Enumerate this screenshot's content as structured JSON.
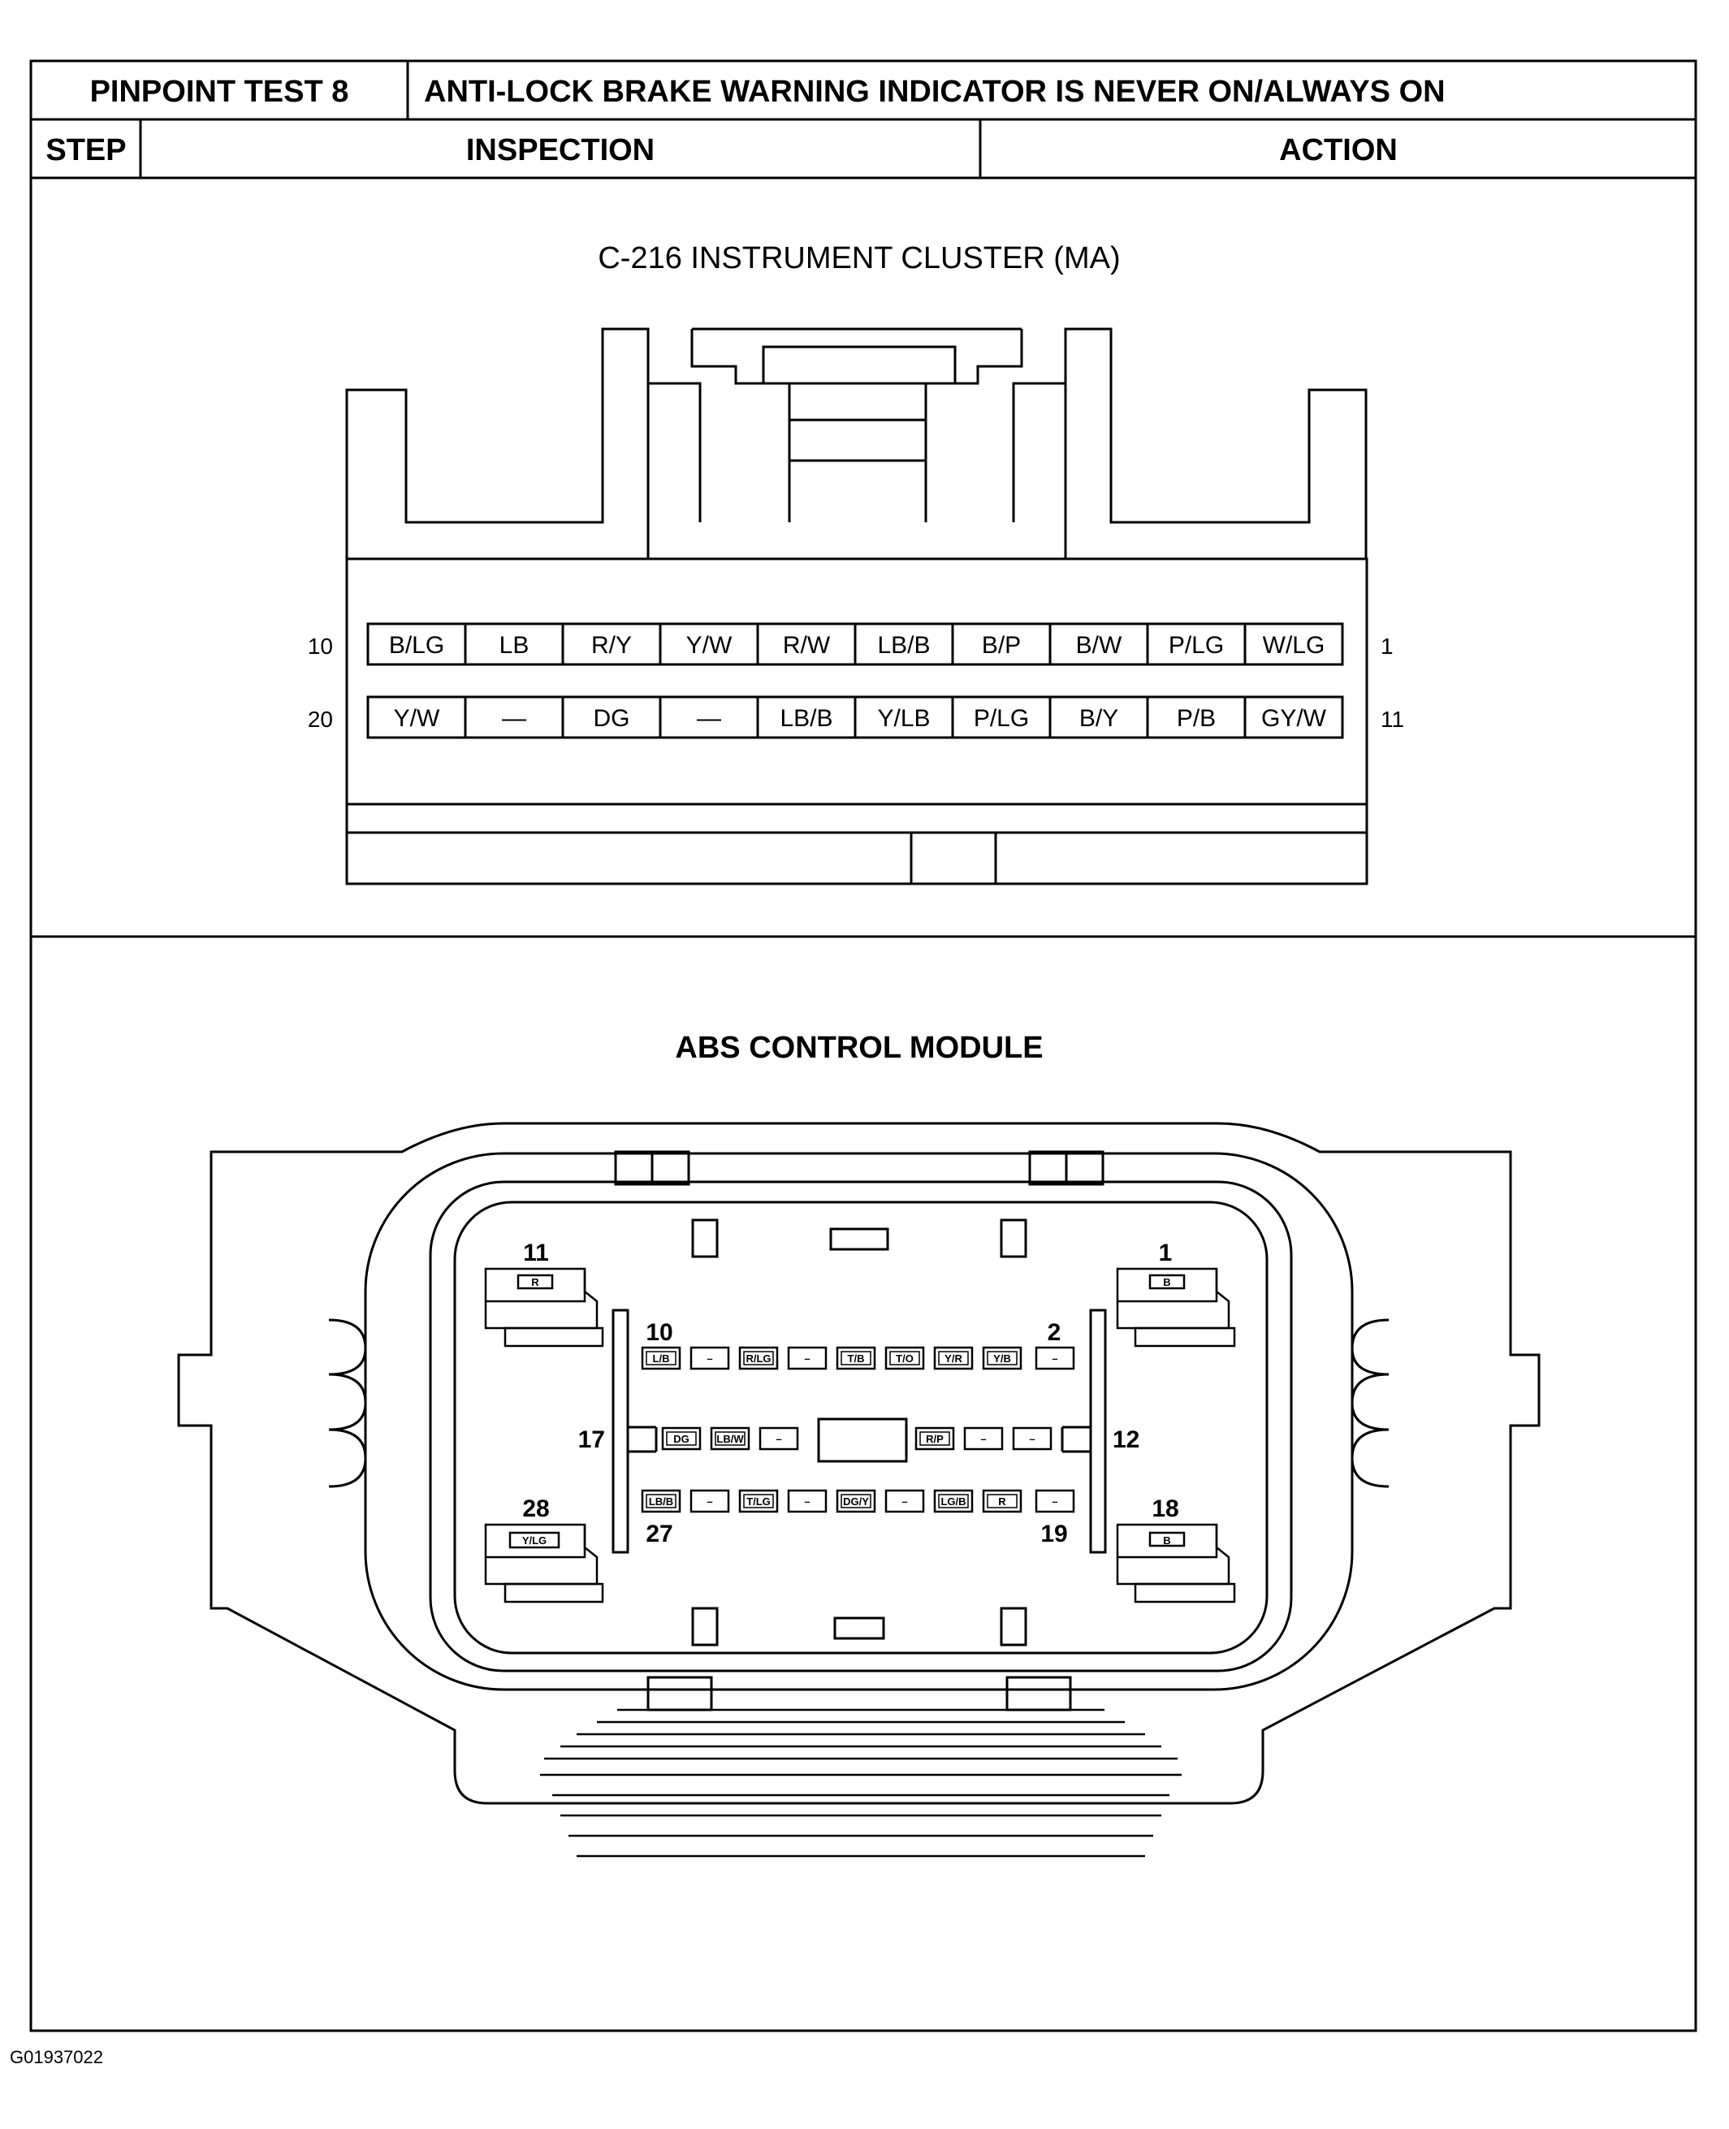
{
  "header": {
    "test_label": "PINPOINT TEST 8",
    "test_title": "ANTI-LOCK BRAKE WARNING INDICATOR IS NEVER ON/ALWAYS ON",
    "col_step": "STEP",
    "col_inspection": "INSPECTION",
    "col_action": "ACTION"
  },
  "cluster": {
    "title": "C-216 INSTRUMENT CLUSTER (MA)",
    "row1_left": "10",
    "row1_right": "1",
    "row2_left": "20",
    "row2_right": "11",
    "row1": [
      "B/LG",
      "LB",
      "R/Y",
      "Y/W",
      "R/W",
      "LB/B",
      "B/P",
      "B/W",
      "P/LG",
      "W/LG"
    ],
    "row2": [
      "Y/W",
      "—",
      "DG",
      "—",
      "LB/B",
      "Y/LB",
      "P/LG",
      "B/Y",
      "P/B",
      "GY/W"
    ]
  },
  "abs": {
    "title": "ABS CONTROL MODULE",
    "labels": {
      "n11": "11",
      "n1": "1",
      "n28": "28",
      "n18": "18",
      "n10": "10",
      "n2": "2",
      "n17": "17",
      "n12": "12",
      "n27": "27",
      "n19": "19"
    },
    "big_pins": {
      "p11": "R",
      "p1": "B",
      "p28": "Y/LG",
      "p18": "B"
    },
    "row_top": [
      "L/B",
      "–",
      "R/LG",
      "–",
      "T/B",
      "T/O",
      "Y/R",
      "Y/B",
      "–"
    ],
    "row_mid_left": [
      "DG",
      "LB/W",
      "–"
    ],
    "row_mid_right": [
      "R/P",
      "–",
      "–"
    ],
    "row_bottom": [
      "LB/B",
      "–",
      "T/LG",
      "–",
      "DG/Y",
      "–",
      "LG/B",
      "R",
      "–"
    ]
  },
  "footer": {
    "figure_id": "G01937022"
  }
}
